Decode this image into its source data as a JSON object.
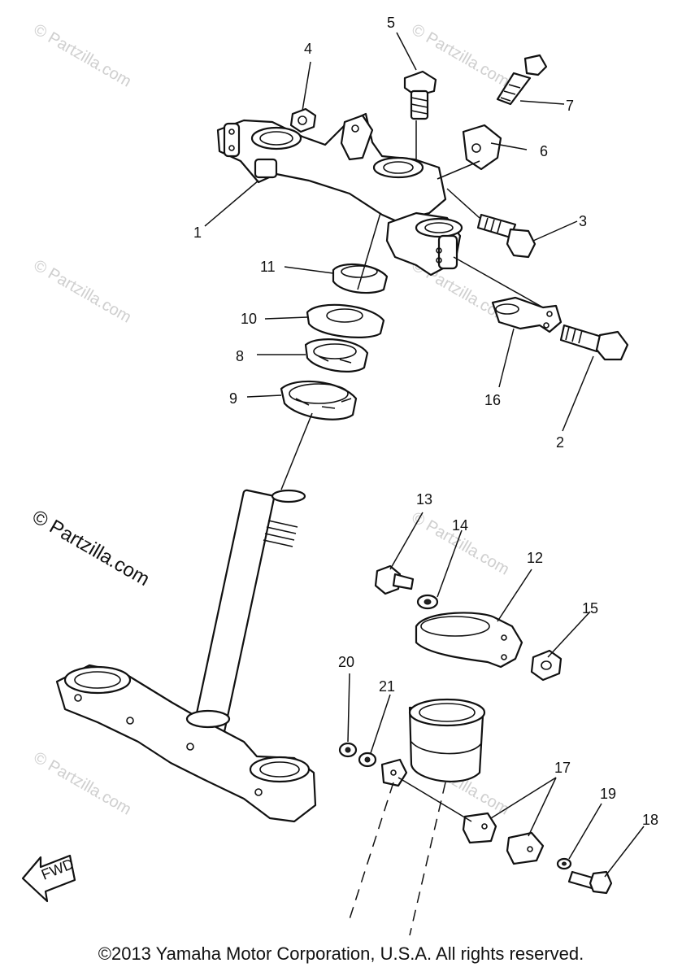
{
  "diagram": {
    "callouts": [
      {
        "id": "1",
        "label": "1"
      },
      {
        "id": "2",
        "label": "2"
      },
      {
        "id": "3",
        "label": "3"
      },
      {
        "id": "4",
        "label": "4"
      },
      {
        "id": "5",
        "label": "5"
      },
      {
        "id": "6",
        "label": "6"
      },
      {
        "id": "7",
        "label": "7"
      },
      {
        "id": "8",
        "label": "8"
      },
      {
        "id": "9",
        "label": "9"
      },
      {
        "id": "10",
        "label": "10"
      },
      {
        "id": "11",
        "label": "11"
      },
      {
        "id": "12",
        "label": "12"
      },
      {
        "id": "13",
        "label": "13"
      },
      {
        "id": "14",
        "label": "14"
      },
      {
        "id": "15",
        "label": "15"
      },
      {
        "id": "16",
        "label": "16"
      },
      {
        "id": "17",
        "label": "17"
      },
      {
        "id": "18",
        "label": "18"
      },
      {
        "id": "19",
        "label": "19"
      },
      {
        "id": "20",
        "label": "20"
      },
      {
        "id": "21",
        "label": "21"
      }
    ],
    "fwd_label": "FWD",
    "watermark_text": "© Partzilla.com",
    "copyright": "©2013  Yamaha Motor Corporation, U.S.A. All rights reserved."
  }
}
